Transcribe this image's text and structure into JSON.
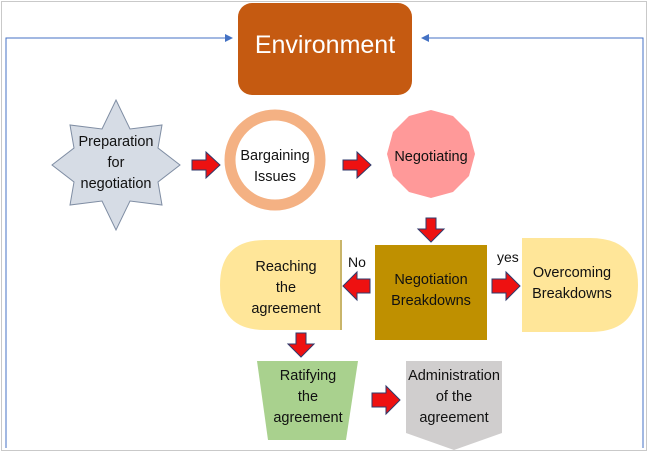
{
  "colors": {
    "environment": "#c55a11",
    "bargaining_ring": "#f4b183",
    "negotiating": "#ff9999",
    "breakdowns": "#bf9000",
    "beige": "#ffe699",
    "ratifying": "#a9d18e",
    "administration": "#d0cece",
    "preparation": "#d6dce5",
    "arrow": "#ee1111",
    "frame_line": "#4472c4"
  },
  "nodes": {
    "environment": "Environment",
    "preparation": "Preparation\nfor\nnegotiation",
    "bargaining": "Bargaining\nIssues",
    "negotiating": "Negotiating",
    "breakdowns": "Negotiation\nBreakdowns",
    "reaching": "Reaching\nthe\nagreement",
    "overcoming": "Overcoming\nBreakdowns",
    "ratifying": "Ratifying\nthe\nagreement",
    "administration": "Administration\nof the\nagreement"
  },
  "edge_labels": {
    "no": "No",
    "yes": "yes"
  }
}
